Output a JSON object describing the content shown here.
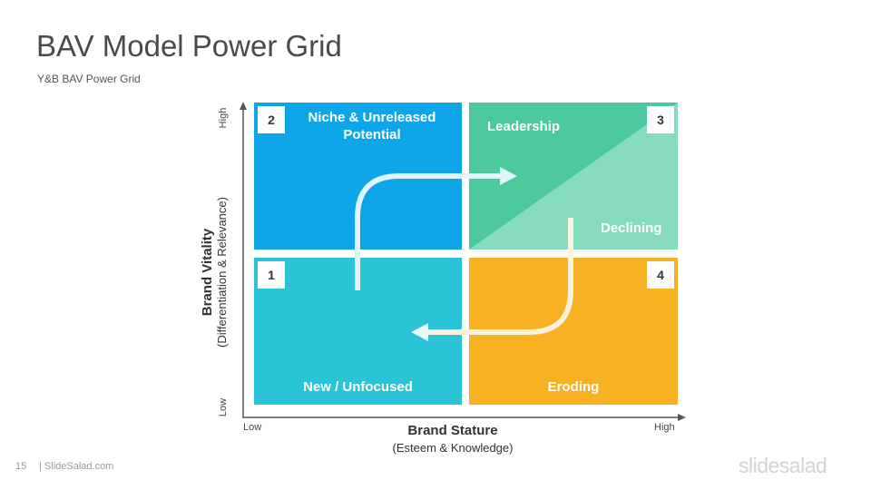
{
  "slide": {
    "title": "BAV Model Power Grid",
    "subtitle": "Y&B BAV Power Grid"
  },
  "axes": {
    "y_label": "Brand Vitality",
    "y_sublabel": "(Differentiation & Relevance)",
    "y_high": "High",
    "y_low": "Low",
    "x_label": "Brand Stature",
    "x_sublabel": "(Esteem & Knowledge)",
    "x_low": "Low",
    "x_high": "High"
  },
  "quadrants": {
    "q2": {
      "number": "2",
      "label_line1": "Niche & Unreleased",
      "label_line2": "Potential",
      "color": "#0ea5e9"
    },
    "q3": {
      "number": "3",
      "label": "Leadership",
      "label_secondary": "Declining",
      "color": "#4cc99c",
      "secondary_color": "#86dcbd"
    },
    "q1": {
      "number": "1",
      "label": "New / Unfocused",
      "color": "#2bc4d6"
    },
    "q4": {
      "number": "4",
      "label": "Eroding",
      "color": "#f8b123"
    }
  },
  "footer": {
    "page_number": "15",
    "site": "| SlideSalad.com",
    "logo": "slidesalad"
  }
}
